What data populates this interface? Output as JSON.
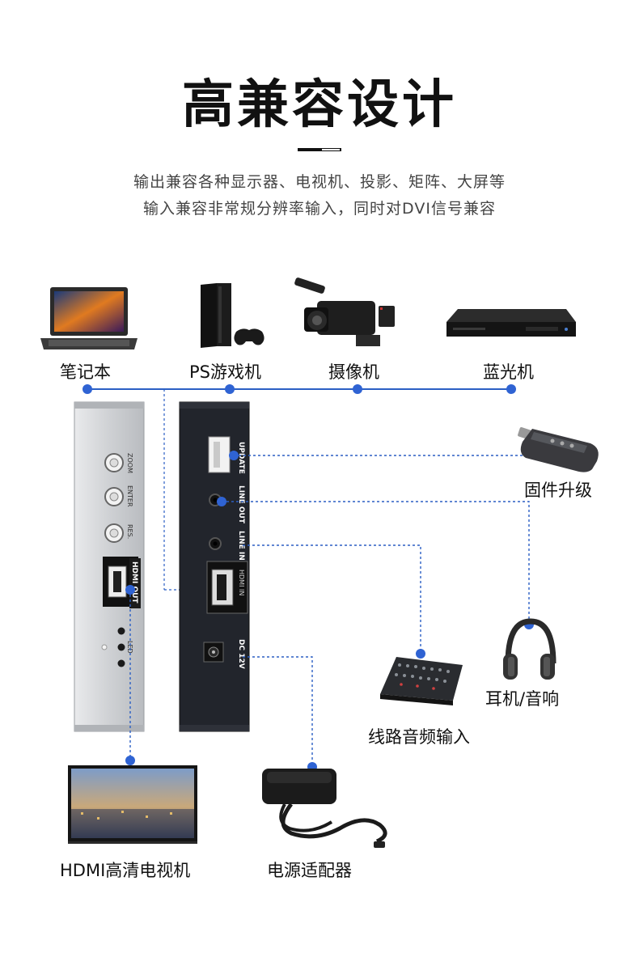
{
  "header": {
    "title": "高兼容设计",
    "subtitle_line1": "输出兼容各种显示器、电视机、投影、矩阵、大屏等",
    "subtitle_line2": "输入兼容非常规分辨率输入，同时对DVI信号兼容"
  },
  "sources": [
    {
      "label": "笔记本",
      "icon": "laptop"
    },
    {
      "label": "PS游戏机",
      "icon": "game-console"
    },
    {
      "label": "摄像机",
      "icon": "video-camera"
    },
    {
      "label": "蓝光机",
      "icon": "blu-ray-player"
    }
  ],
  "front_panel": {
    "buttons": [
      "ZOOM",
      "ENTER",
      "RES."
    ],
    "hdmi_out": "HDMI OUT",
    "led": "LED"
  },
  "back_panel": {
    "ports": [
      "UPDATE",
      "LINE OUT",
      "LINE IN",
      "HDMI IN",
      "DC 12V"
    ]
  },
  "outputs": [
    {
      "label": "固件升级",
      "icon": "usb-drive"
    },
    {
      "label": "耳机/音响",
      "icon": "headphones"
    },
    {
      "label": "线路音频输入",
      "icon": "audio-mixer"
    },
    {
      "label": "HDMI高清电视机",
      "icon": "tv"
    },
    {
      "label": "电源适配器",
      "icon": "power-adapter"
    }
  ],
  "colors": {
    "line": "#2b5fc4",
    "dot": "#2f63d3",
    "panel_silver": "#cfd1d4",
    "panel_dark": "#1f2128"
  }
}
